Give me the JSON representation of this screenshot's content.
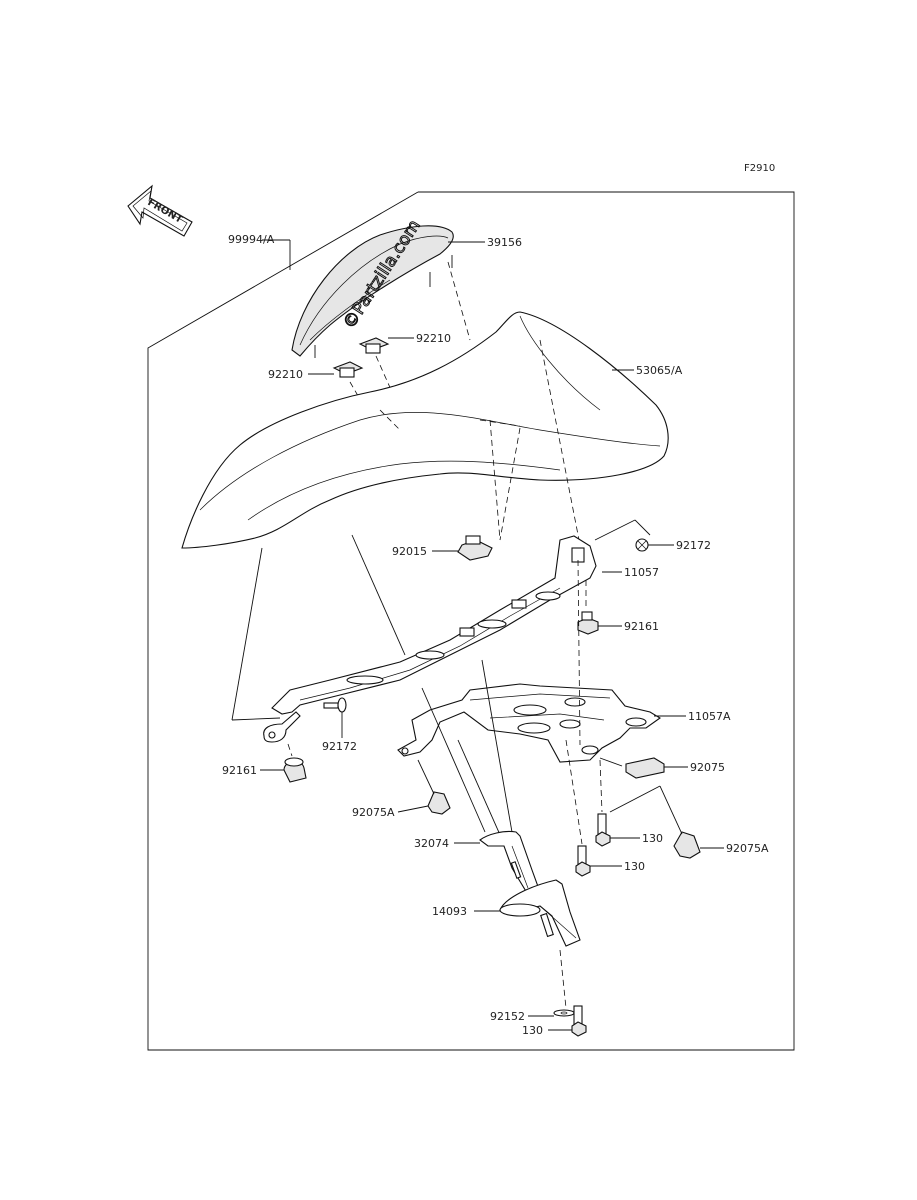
{
  "figure_code": "F2910",
  "front_badge": "FRONT",
  "watermark": "©Partzilla.com",
  "labels": {
    "p99994A": "99994/A",
    "p39156": "39156",
    "p92210_top": "92210",
    "p92210_left": "92210",
    "p53065A": "53065/A",
    "p92015": "92015",
    "p92172_right": "92172",
    "p11057": "11057",
    "p92161_right": "92161",
    "p11057A": "11057A",
    "p92172_left": "92172",
    "p92161_left": "92161",
    "p92075": "92075",
    "p92075A_left": "92075A",
    "p130_a": "130",
    "p32074": "32074",
    "p130_b": "130",
    "p92075A_right": "92075A",
    "p14093": "14093",
    "p92152": "92152",
    "p130_c": "130"
  }
}
